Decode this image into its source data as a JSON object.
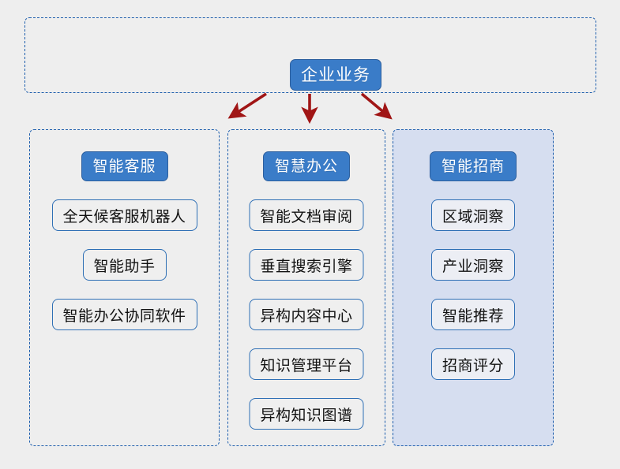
{
  "diagram": {
    "title_node": {
      "label": "企业业务"
    },
    "background_color": "#eeeeee",
    "accent_color": "#3a7cc8",
    "dashed_border_color": "#1f5fad",
    "arrow_color": "#a01515",
    "highlight_fill_color": "#d6def0",
    "columns": [
      {
        "header": "智能客服",
        "highlighted": false,
        "items": [
          "全天候客服机器人",
          "智能助手",
          "智能办公协同软件"
        ]
      },
      {
        "header": "智慧办公",
        "highlighted": false,
        "items": [
          "智能文档审阅",
          "垂直搜索引擎",
          "异构内容中心",
          "知识管理平台",
          "异构知识图谱"
        ]
      },
      {
        "header": "智能招商",
        "highlighted": true,
        "items": [
          "区域洞察",
          "产业洞察",
          "智能推荐",
          "招商评分"
        ]
      }
    ],
    "connectors": [
      {
        "name": "arrow-to-column-0",
        "direction": "down-left"
      },
      {
        "name": "arrow-to-column-1",
        "direction": "down"
      },
      {
        "name": "arrow-to-column-2",
        "direction": "down-right"
      }
    ]
  }
}
